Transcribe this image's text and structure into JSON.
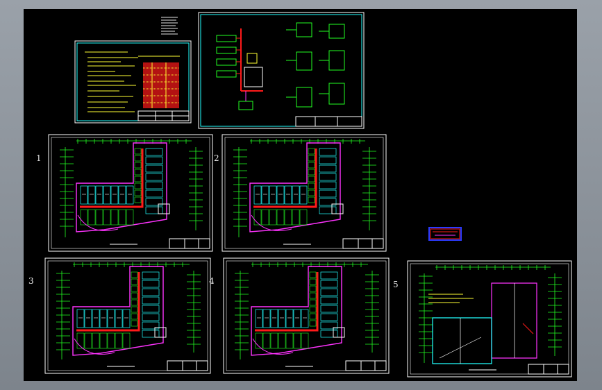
{
  "view": {
    "background": "#000000",
    "frame_color": "#8d949c",
    "sheet_border_color": "#ffffff",
    "line_colors": {
      "green": "#22ff22",
      "red": "#ff1a1a",
      "magenta": "#ff33ff",
      "cyan": "#22ffff",
      "yellow": "#ffff33",
      "white": "#ffffff",
      "blue": "#2b3bff"
    }
  },
  "sheets": [
    {
      "id": "notes",
      "number": "",
      "kind": "notes"
    },
    {
      "id": "system",
      "number": "",
      "kind": "riser"
    },
    {
      "id": "floor-1",
      "number": "1",
      "kind": "floor"
    },
    {
      "id": "floor-2",
      "number": "2",
      "kind": "floor"
    },
    {
      "id": "floor-3",
      "number": "3",
      "kind": "floor"
    },
    {
      "id": "floor-4",
      "number": "4",
      "kind": "floor"
    },
    {
      "id": "floor-5",
      "number": "5",
      "kind": "roof"
    }
  ],
  "stamp": {
    "kind": "logo"
  }
}
